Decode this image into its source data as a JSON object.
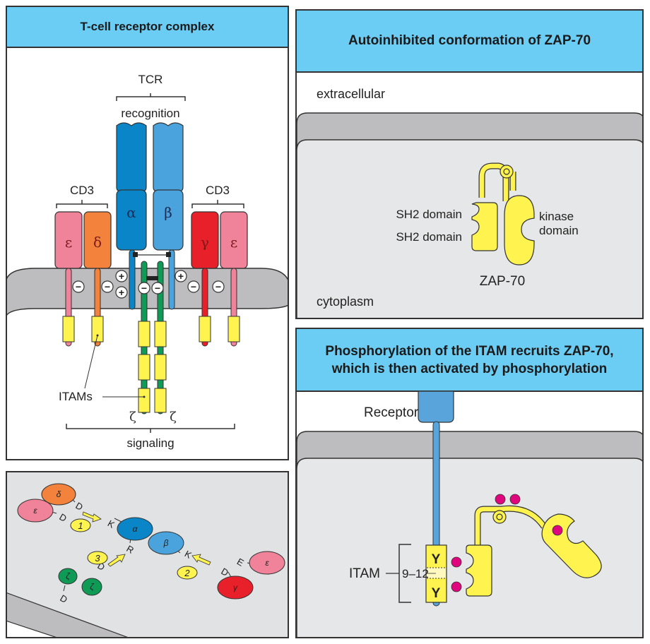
{
  "panels": {
    "tcr_complex": {
      "title": "T-cell receptor complex",
      "labels": {
        "tcr": "TCR",
        "recognition": "recognition",
        "cd3_left": "CD3",
        "cd3_right": "CD3",
        "itams": "ITAMs",
        "signaling": "signaling",
        "zeta_left": "ζ",
        "zeta_right": "ζ"
      },
      "chains": [
        {
          "name": "epsilon",
          "symbol": "ε",
          "color": "#f08299"
        },
        {
          "name": "delta",
          "symbol": "δ",
          "color": "#f2823c"
        },
        {
          "name": "alpha",
          "symbol": "α",
          "color": "#0a86c8"
        },
        {
          "name": "beta",
          "symbol": "β",
          "color": "#4aa3dc"
        },
        {
          "name": "gamma",
          "symbol": "γ",
          "color": "#e8202a"
        },
        {
          "name": "epsilon",
          "symbol": "ε",
          "color": "#f08299"
        }
      ],
      "charges": {
        "plus": "+",
        "minus": "−"
      }
    },
    "membrane_interactions": {
      "nodes": [
        {
          "id": "delta",
          "symbol": "δ",
          "color": "#f2823c"
        },
        {
          "id": "epsilon_left",
          "symbol": "ε",
          "color": "#f08299"
        },
        {
          "id": "alpha",
          "symbol": "α",
          "color": "#0a86c8"
        },
        {
          "id": "beta",
          "symbol": "β",
          "color": "#4aa3dc"
        },
        {
          "id": "epsilon_right",
          "symbol": "ε",
          "color": "#f08299"
        },
        {
          "id": "gamma",
          "symbol": "γ",
          "color": "#e8202a"
        },
        {
          "id": "zeta_1",
          "symbol": "ζ",
          "color": "#0f9a55"
        },
        {
          "id": "zeta_2",
          "symbol": "ζ",
          "color": "#0f9a55"
        }
      ],
      "residues": [
        "D",
        "D",
        "K",
        "R",
        "K",
        "E",
        "D",
        "D",
        "D"
      ],
      "steps": [
        "1",
        "2",
        "3"
      ]
    },
    "autoinhibited": {
      "title": "Autoinhibited conformation of ZAP-70",
      "extracellular": "extracellular",
      "cytoplasm": "cytoplasm",
      "sh2_1": "SH2 domain",
      "sh2_2": "SH2 domain",
      "kinase_line1": "kinase",
      "kinase_line2": "domain",
      "protein": "ZAP-70"
    },
    "phosphorylation": {
      "title_line1": "Phosphorylation of the ITAM recruits ZAP-70,",
      "title_line2": "which is then activated by phosphorylation",
      "receptor": "Receptor",
      "itam": "ITAM",
      "spacing": "9–12",
      "tyrosine": "Y"
    }
  },
  "colors": {
    "header": "#6ccdf4",
    "membrane": "#bdbdbf",
    "cytoplasm": "#e6e7e8",
    "itam": "#fff44f",
    "phosphate": "#e0067d",
    "zeta": "#0f9a55"
  }
}
